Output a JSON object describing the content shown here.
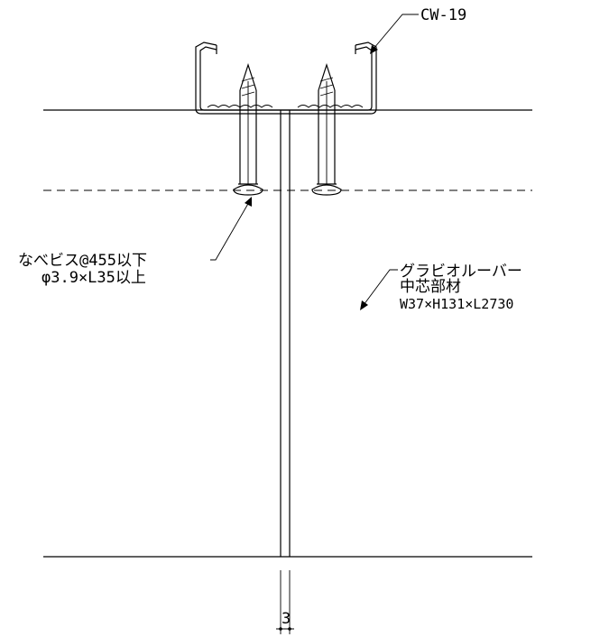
{
  "labels": {
    "channel": "CW-19",
    "screw_line1": "なべビス@455以下",
    "screw_line2": "φ3.9×L35以上",
    "core_line1": "グラビオルーバー",
    "core_line2": "中芯部材",
    "core_line3": "W37×H131×L2730",
    "gap": "3"
  }
}
